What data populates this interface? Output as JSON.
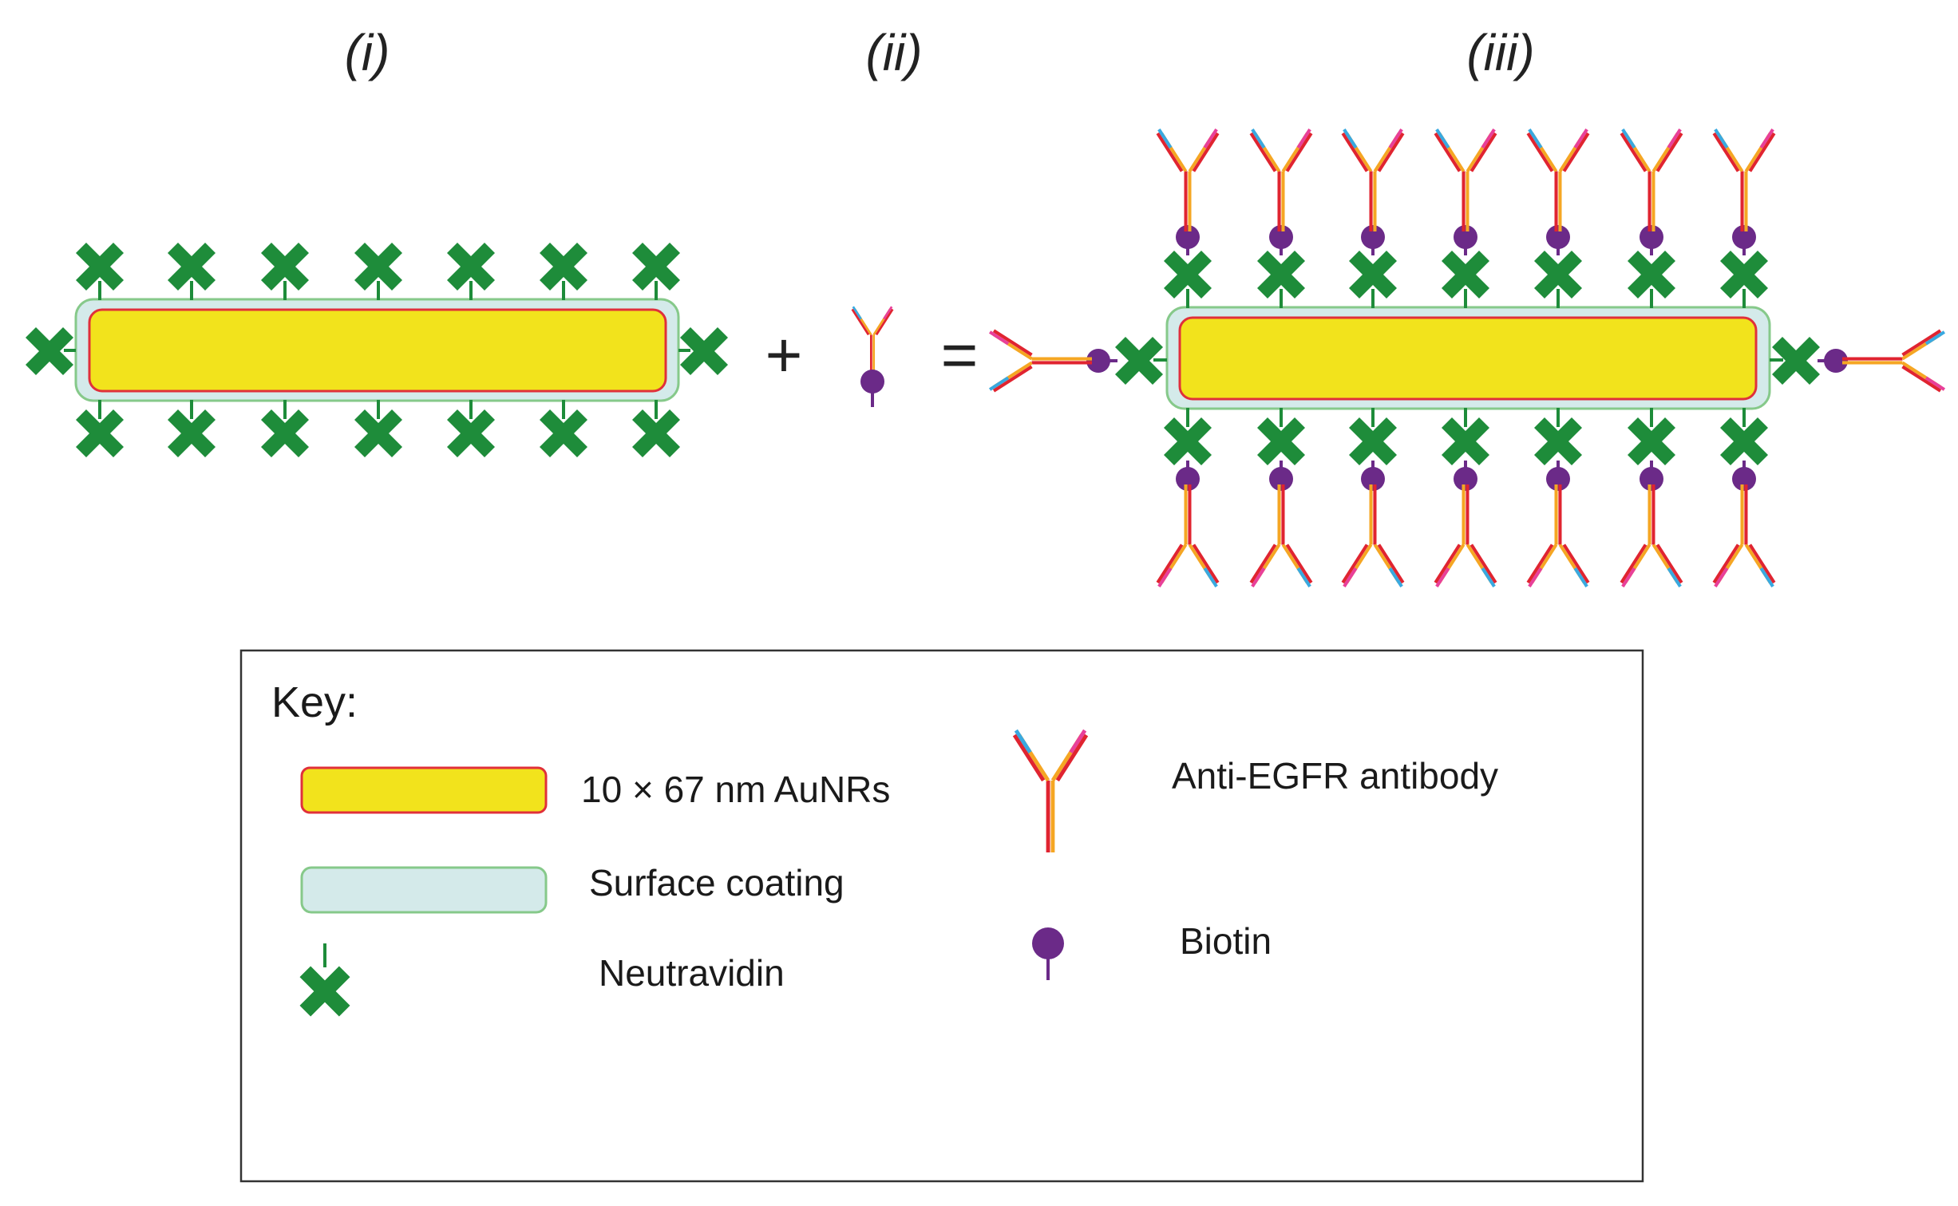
{
  "panels": {
    "i": "(i)",
    "ii": "(ii)",
    "iii": "(iii)"
  },
  "operators": {
    "plus": "+",
    "equals": "="
  },
  "key": {
    "title": "Key:",
    "aunr": "10 × 67 nm AuNRs",
    "coating": "Surface coating",
    "neutravidin": "Neutravidin",
    "antibody": "Anti-EGFR antibody",
    "biotin": "Biotin"
  },
  "colors": {
    "gold": "#f2e31c",
    "gold_border": "#e0303a",
    "coating": "#d4eaea",
    "coating_border": "#86c98a",
    "neutravidin": "#1e8c3a",
    "biotin": "#6b2a88",
    "antibody_red": "#e02430",
    "antibody_orange": "#f5a623",
    "antibody_blue": "#39a9e0",
    "antibody_pink": "#e8409a"
  }
}
